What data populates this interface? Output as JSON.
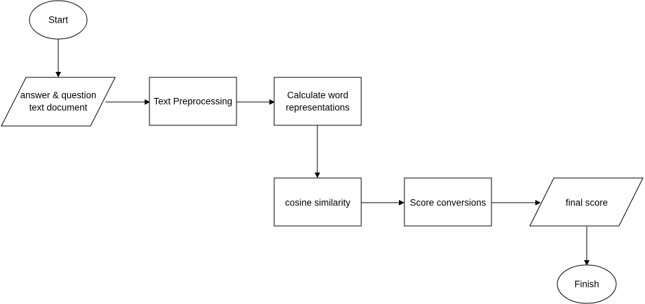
{
  "nodes": {
    "start": {
      "label": "Start"
    },
    "input_doc": {
      "line1": "answer & question",
      "line2": "text document"
    },
    "preprocess": {
      "label": "Text Preprocessing"
    },
    "word_repr": {
      "line1": "Calculate word",
      "line2": "representations"
    },
    "cosine": {
      "label": "cosine similarity"
    },
    "score_conv": {
      "label": "Score conversions"
    },
    "final_score": {
      "label": "final score"
    },
    "finish": {
      "label": "Finish"
    }
  }
}
